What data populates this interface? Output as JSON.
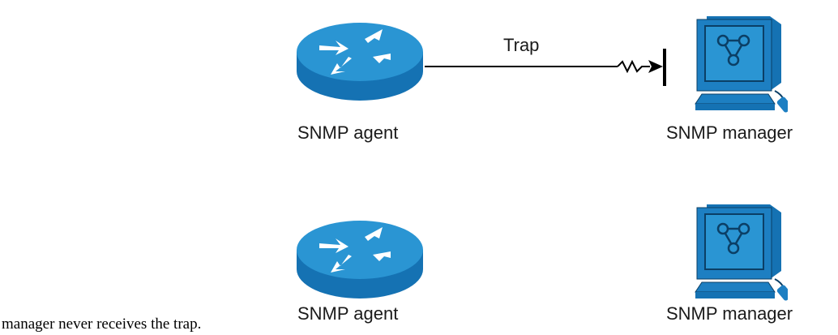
{
  "diagram": {
    "top_row": {
      "agent_label": "SNMP agent",
      "manager_label": "SNMP manager",
      "trap_label": "Trap",
      "agent_icon": "router-icon",
      "manager_icon": "workstation-icon"
    },
    "bottom_row": {
      "agent_label": "SNMP agent",
      "manager_label": "SNMP manager",
      "agent_icon": "router-icon",
      "manager_icon": "workstation-icon"
    },
    "caption": "manager never receives the trap.",
    "colors": {
      "router_top": "#2a95d3",
      "router_side": "#1572b3",
      "monitor": "#1d7fc2",
      "line": "#000000"
    }
  }
}
